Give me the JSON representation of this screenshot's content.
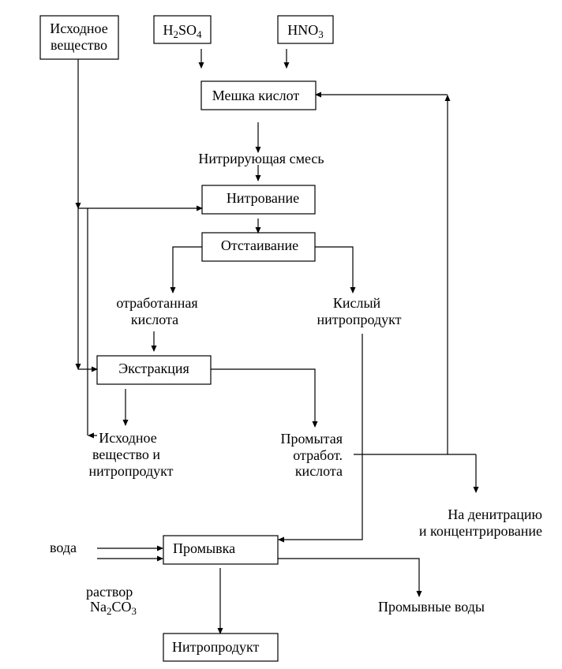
{
  "diagram": {
    "nodes": {
      "source_substance": {
        "line1": "Исходное",
        "line2": "вещество"
      },
      "sulfuric_acid": {
        "parts": [
          "H",
          "2",
          "SO",
          "4"
        ]
      },
      "nitric_acid": {
        "parts": [
          "HNO",
          "3"
        ]
      },
      "acid_mixing": {
        "label": "Мешка кислот"
      },
      "nitrating_mixture": {
        "label": "Нитрирующая смесь"
      },
      "nitration": {
        "label": "Нитрование"
      },
      "settling": {
        "label": "Отстаивание"
      },
      "spent_acid": {
        "line1": "отработанная",
        "line2": "кислота"
      },
      "acidic_nitroproduct": {
        "line1": "Кислый",
        "line2": "нитропродукт"
      },
      "extraction": {
        "label": "Экстракция"
      },
      "recycled_mix": {
        "line1": "Исходное",
        "line2": "вещество и",
        "line3": "нитропродукт"
      },
      "washed_spent_acid": {
        "line1": "Промытая",
        "line2": "отработ.",
        "line3": "кислота"
      },
      "denitration": {
        "line1": "На денитрацию",
        "line2": "и концентрирование"
      },
      "water": {
        "label": "вода"
      },
      "soda_solution": {
        "line1": "раствор",
        "parts": [
          "Na",
          "2",
          "CO",
          "3"
        ]
      },
      "washing": {
        "label": "Промывка"
      },
      "wash_waters": {
        "label": "Промывные воды"
      },
      "nitroproduct": {
        "label": "Нитропродукт"
      }
    },
    "flows": [
      {
        "from": "sulfuric_acid",
        "to": "acid_mixing"
      },
      {
        "from": "nitric_acid",
        "to": "acid_mixing"
      },
      {
        "from": "acid_mixing",
        "to": "nitrating_mixture"
      },
      {
        "from": "nitrating_mixture",
        "to": "nitration"
      },
      {
        "from": "source_substance",
        "to": "nitration"
      },
      {
        "from": "source_substance",
        "to": "extraction"
      },
      {
        "from": "recycled_mix",
        "to": "nitration"
      },
      {
        "from": "nitration",
        "to": "settling"
      },
      {
        "from": "settling",
        "to": "spent_acid"
      },
      {
        "from": "settling",
        "to": "acidic_nitroproduct"
      },
      {
        "from": "spent_acid",
        "to": "extraction"
      },
      {
        "from": "extraction",
        "to": "recycled_mix"
      },
      {
        "from": "extraction",
        "to": "washed_spent_acid"
      },
      {
        "from": "washed_spent_acid",
        "to": "acid_mixing"
      },
      {
        "from": "washed_spent_acid",
        "to": "denitration"
      },
      {
        "from": "acidic_nitroproduct",
        "to": "washing"
      },
      {
        "from": "water",
        "to": "washing"
      },
      {
        "from": "soda_solution",
        "to": "washing"
      },
      {
        "from": "washing",
        "to": "wash_waters"
      },
      {
        "from": "washing",
        "to": "nitroproduct"
      }
    ],
    "colors": {
      "stroke": "#000000",
      "background": "#ffffff"
    }
  }
}
